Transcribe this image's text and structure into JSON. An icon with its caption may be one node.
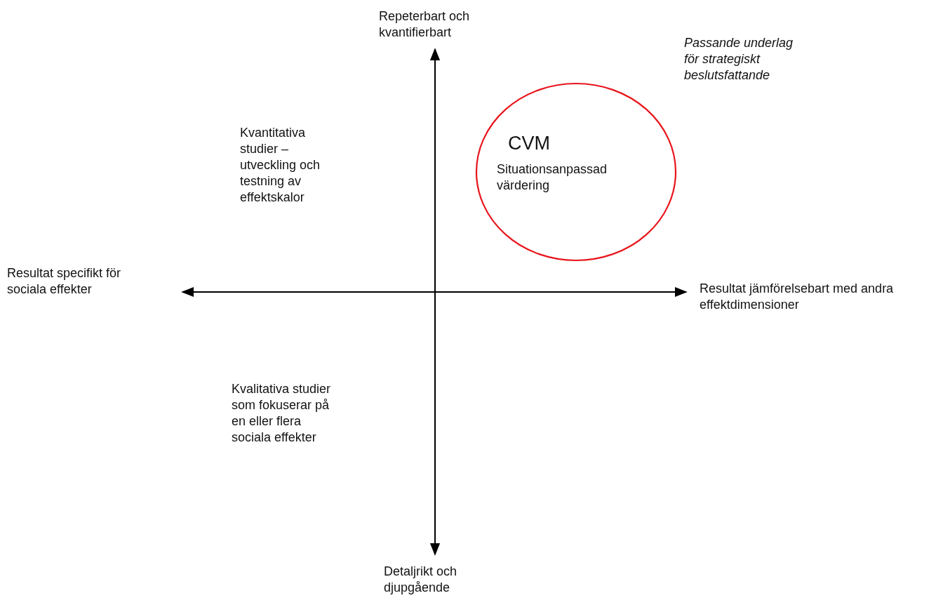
{
  "diagram": {
    "nodes": [
      {
        "text": [
          "CVM",
          "Situationsanpassad värdering"
        ]
      }
    ],
    "edges": [],
    "labels": [
      "Repeterbart och kvantifierbart",
      "Passande underlag för strategiskt beslutsfattande",
      "Kvantitativa studier – utveckling och testning av effektskalor",
      "Resultat specifikt för sociala effekter",
      "Resultat jämförelsebart med andra effektdimensioner",
      "Kvalitativa studier som fokuserar på en eller flera sociala effekter",
      "Detaljrikt och djupgående"
    ]
  }
}
